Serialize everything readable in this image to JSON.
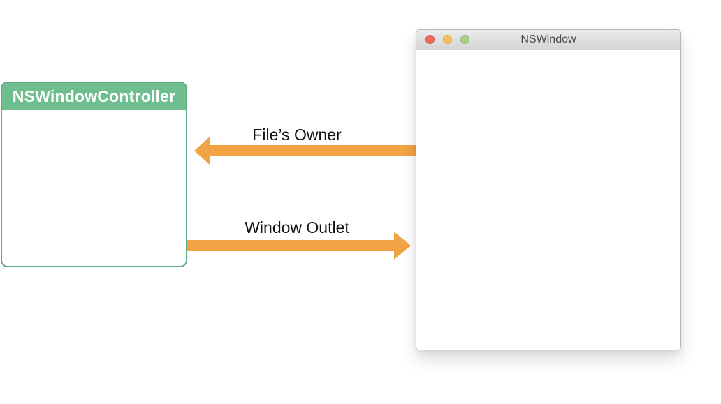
{
  "controller_box": {
    "title": "NSWindowController",
    "header_color": "#6FBE8F",
    "border_color": "#5EAC80"
  },
  "nswindow": {
    "title": "NSWindow",
    "titlebar_gradient_top": "#EBEBEB",
    "titlebar_gradient_bottom": "#D5D5D5",
    "traffic_lights": [
      {
        "name": "close",
        "color": "#EC6B5E"
      },
      {
        "name": "minimize",
        "color": "#F5BE5C"
      },
      {
        "name": "zoom",
        "color": "#A9CE8C"
      }
    ]
  },
  "connections": [
    {
      "label": "File’s Owner",
      "direction": "left",
      "color": "#F2A445"
    },
    {
      "label": "Window Outlet",
      "direction": "right",
      "color": "#F2A445"
    }
  ]
}
